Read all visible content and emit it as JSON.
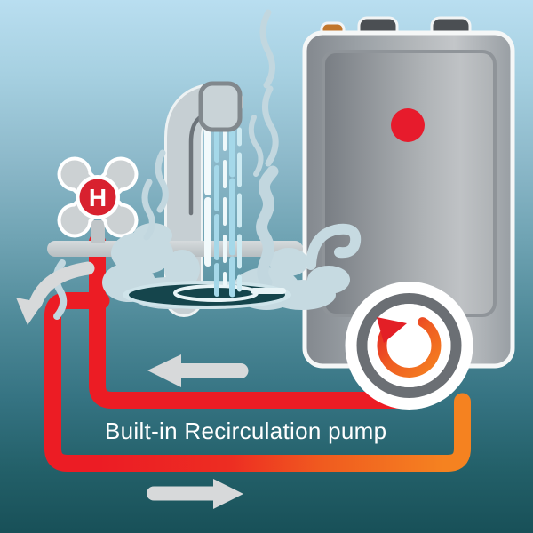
{
  "caption": {
    "text": "Built-in Recirculation pump"
  },
  "faucet": {
    "handle_label": "H"
  },
  "icons": {
    "recirculation_arrow": "circular-arrow-counterclockwise",
    "flow_left": "arrow-left",
    "flow_right": "arrow-right",
    "flow_return": "curved-arrow-down"
  },
  "colors": {
    "background_top": "#b9def0",
    "background_bottom": "#185058",
    "pipe_red": "#ec1c24",
    "pipe_orange": "#f58220",
    "heater_body_gray": "#9aa0a5",
    "heater_button_red": "#e71b2c",
    "hot_handle_red": "#d8212f",
    "steam_blue": "#c6dae1",
    "water_blue": "#a5d8e9",
    "arrow_gray": "#d7d9da",
    "caption_white": "#ffffff"
  }
}
